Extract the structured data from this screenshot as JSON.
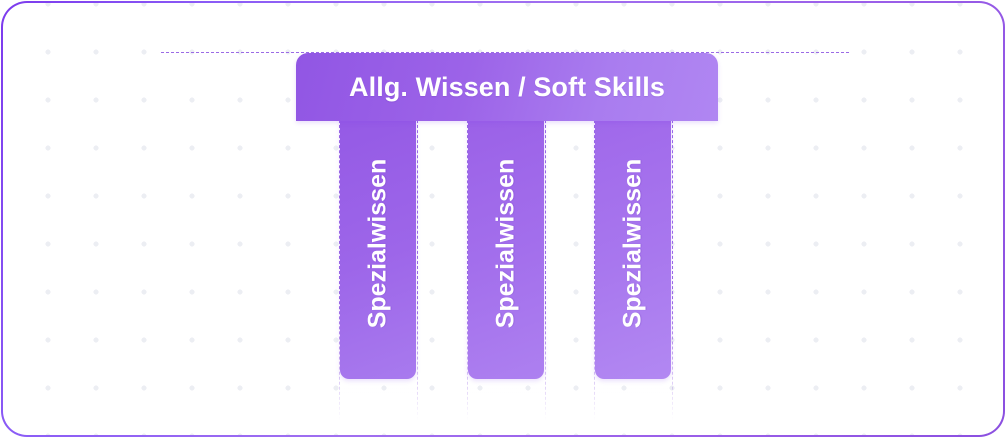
{
  "diagram": {
    "title_bar": {
      "label": "Allg. Wissen / Soft Skills"
    },
    "pillars": [
      {
        "label": "Spezialwissen"
      },
      {
        "label": "Spezialwissen"
      },
      {
        "label": "Spezialwissen"
      }
    ],
    "colors": {
      "accent_purple": "#9c63e8",
      "accent_purple_light": "#b086f2",
      "accent_purple_dark": "#7c3aed",
      "guide_dash": "#9b6ae6",
      "card_background": "#ffffff",
      "dot_grid": "#eceef3",
      "label_text": "#ffffff"
    }
  }
}
